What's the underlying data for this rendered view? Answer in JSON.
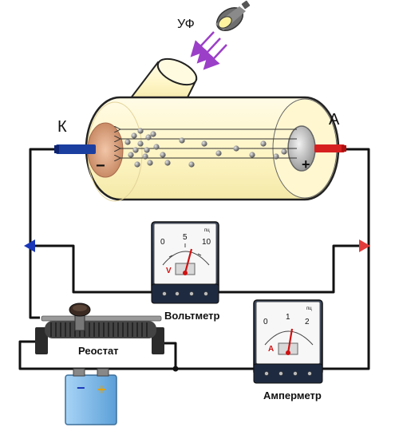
{
  "labels": {
    "uv": "УФ",
    "cathode": "К",
    "anode": "А",
    "minus": "−",
    "plus": "+",
    "voltmeter": "Вольтметр",
    "ammeter": "Амперметр",
    "rheostat": "Реостат"
  },
  "voltmeter": {
    "unit": "V",
    "tag": "пц",
    "scale": [
      "0",
      "5",
      "10"
    ]
  },
  "ammeter": {
    "unit": "A",
    "tag": "пц",
    "scale": [
      "0",
      "1",
      "2"
    ]
  },
  "battery": {
    "minus": "−",
    "plus": "+"
  },
  "colors": {
    "wire": "#111111",
    "tube_glass": "#fff8cc",
    "cathode_wire": "#1b3fa0",
    "anode_wire": "#d62020",
    "uv_arrows": "#9b3fc8",
    "needle": "#d01010",
    "battery_body": "#8ec3ee"
  },
  "icons": [
    "lamp-icon",
    "arrow-left-icon",
    "arrow-right-icon"
  ]
}
